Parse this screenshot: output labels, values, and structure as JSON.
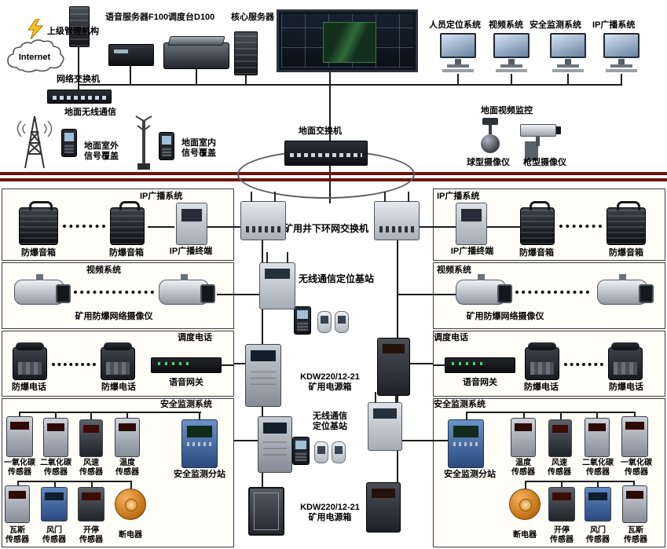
{
  "top": {
    "internet": "Internet",
    "management": "上级管理机构",
    "network_switch": "网络交换机",
    "voice_server": "语音服务器F100",
    "dispatch_console": "调度台D100",
    "core_server": "核心服务器",
    "systems": [
      "人员定位系统",
      "视频系统",
      "安全监测系统",
      "IP广播系统"
    ]
  },
  "ground": {
    "wireless": "地面无线通信",
    "outdoor1": "地面室外",
    "outdoor2": "信号覆盖",
    "indoor1": "地面室内",
    "indoor2": "信号覆盖",
    "switch": "地面交换机",
    "video": "地面视频监控",
    "dome": "球型摄像仪",
    "gun": "枪型摄像仪"
  },
  "center": {
    "ring": "矿用井下环网交换机",
    "base1": "无线通信定位基站",
    "kdw1a": "KDW220/12-21",
    "kdw1b": "矿用电源箱",
    "base2a": "无线通信",
    "base2b": "定位基站",
    "kdw2a": "KDW220/12-21",
    "kdw2b": "矿用电源箱"
  },
  "left": {
    "ip_title": "IP广播系统",
    "speaker_a": "防爆音箱",
    "speaker_b": "防爆音箱",
    "ip_terminal": "IP广播终端",
    "video_title": "视频系统",
    "camera": "矿用防爆网络摄像仪",
    "tel_title": "调度电话",
    "tel_a": "防爆电话",
    "tel_b": "防爆电话",
    "gateway": "语音网关",
    "safety_title": "安全监测系统",
    "substation": "安全监测分站",
    "s1a": "一氧化碳",
    "s1b": "传感器",
    "s2a": "二氧化碳",
    "s2b": "传感器",
    "s3a": "风速",
    "s3b": "传感器",
    "s4a": "温度",
    "s4b": "传感器",
    "b1a": "瓦斯",
    "b1b": "传感器",
    "b2a": "风门",
    "b2b": "传感器",
    "b3a": "开停",
    "b3b": "传感器",
    "b4": "断电器"
  },
  "right": {
    "ip_title": "IP广播系统",
    "ip_terminal": "IP广播终端",
    "speaker_a": "防爆音箱",
    "speaker_b": "防爆音箱",
    "video_title": "视频系统",
    "camera": "矿用防爆网络摄像仪",
    "tel_title": "调度电话",
    "gateway": "语音网关",
    "tel_a": "防爆电话",
    "tel_b": "防爆电话",
    "safety_title": "安全监测系统",
    "substation": "安全监测分站",
    "s1a": "温度",
    "s1b": "传感器",
    "s2a": "风速",
    "s2b": "传感器",
    "s3a": "二氧化碳",
    "s3b": "传感器",
    "s4a": "一氧化碳",
    "s4b": "传感器",
    "b1": "断电器",
    "b2a": "开停",
    "b2b": "传感器",
    "b3a": "风门",
    "b3b": "传感器",
    "b4a": "瓦斯",
    "b4b": "传感器"
  }
}
